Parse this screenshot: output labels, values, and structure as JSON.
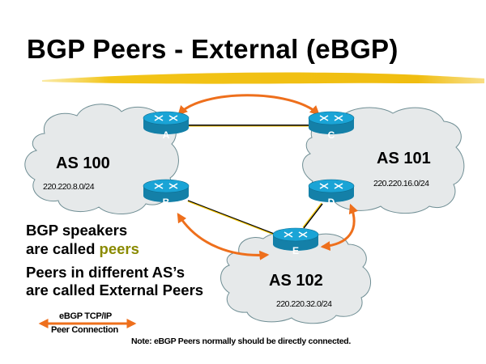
{
  "title": "BGP Peers - External (eBGP)",
  "colors": {
    "highlight": "#f2c417",
    "peer_arrow": "#ee6f1c",
    "cloud_fill": "#e6e9ea",
    "cloud_stroke": "#6f8e94",
    "router_top": "#1aa4d6",
    "router_side": "#1480a8",
    "link": "#f5c400",
    "accent_text": "#8a8a00"
  },
  "autonomous_systems": [
    {
      "name": "AS 100",
      "network": "220.220.8.0/24",
      "routers": [
        "A",
        "B"
      ]
    },
    {
      "name": "AS 101",
      "network": "220.220.16.0/24",
      "routers": [
        "C",
        "D"
      ]
    },
    {
      "name": "AS 102",
      "network": "220.220.32.0/24",
      "routers": [
        "E"
      ]
    }
  ],
  "routers": [
    "A",
    "B",
    "C",
    "D",
    "E"
  ],
  "links": [
    {
      "from": "A",
      "to": "C"
    },
    {
      "from": "B",
      "to": "E"
    },
    {
      "from": "D",
      "to": "E"
    }
  ],
  "peerings": [
    {
      "from": "A",
      "to": "C",
      "type": "eBGP"
    },
    {
      "from": "B",
      "to": "E",
      "type": "eBGP"
    },
    {
      "from": "D",
      "to": "E",
      "type": "eBGP"
    }
  ],
  "bullets": {
    "line1": "BGP speakers",
    "line2_prefix": "are called ",
    "line2_accent": "peers",
    "line3": "Peers in different AS’s",
    "line4": "are called External Peers"
  },
  "legend": {
    "line1": "eBGP TCP/IP",
    "line2": "Peer Connection"
  },
  "note": "Note: eBGP Peers normally should be directly connected."
}
